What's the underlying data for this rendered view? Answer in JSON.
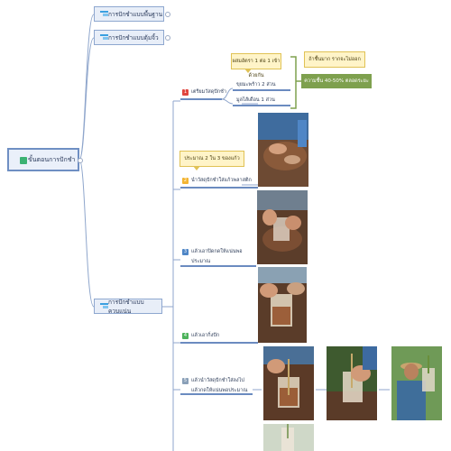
{
  "root": {
    "label": "ขั้นตอนการปักชำ",
    "icon": "edit-icon"
  },
  "branches": [
    {
      "label": "การปักชำแบบพื้นฐาน"
    },
    {
      "label": "การปักชำแบบตุ้มจิ้ว"
    },
    {
      "label": "การปักชำแบบควบแน่น"
    }
  ],
  "steps": [
    {
      "num": "1",
      "label": "เตรียมวัสดุปักชำ",
      "color": "#e0463f"
    },
    {
      "num": "2",
      "label": "นำวัสดุปักชำใส่แก้วพลาสติก",
      "color": "#f3b533"
    },
    {
      "num": "3",
      "label_lines": [
        "แล้วเอาปิดกดให้แน่นพอ",
        "ประมาณ"
      ],
      "color": "#4f86c6"
    },
    {
      "num": "4",
      "label": "แล้วเอากิ่งปัก",
      "color": "#4cb25a"
    },
    {
      "num": "5",
      "label_lines": [
        "แล้วนำวัสดุปักชำใส่ลงไป",
        "แล้วกดให้แน่นพอประมาณ"
      ],
      "color": "#8aa0b8"
    }
  ],
  "materials": {
    "note": "ผสมอัตรา 1 ต่อ 1 เข้าด้วยกัน",
    "items": [
      "ขุยมะพร้าว 2 ส่วน",
      "มูลไส้เดือน 1 ส่วน"
    ],
    "tip": "ถ้าชื้นมาก รากจะไม่ออก",
    "humidity": "ความชื้น 40-50% ตลอดระยะเวลา"
  },
  "step2_note": "ประมาณ 2 ใน 3 ของแก้ว",
  "colors": {
    "line": "#8fa6cc",
    "underline": "#6b8bc0",
    "note_bg": "#fff4c8",
    "note_border": "#e0c255",
    "green": "#7ea04e"
  }
}
